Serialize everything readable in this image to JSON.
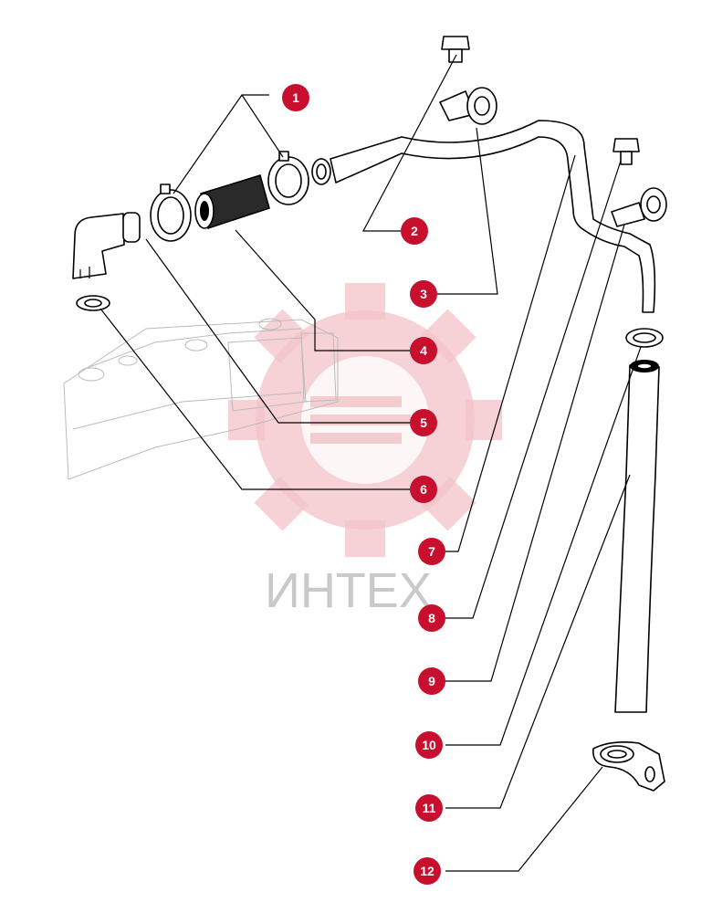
{
  "watermark": {
    "text": "ИНТЕХ",
    "color": "#e8838f"
  },
  "callout_color": "#c8102e",
  "callouts": [
    {
      "id": "1",
      "label": "1"
    },
    {
      "id": "2",
      "label": "2"
    },
    {
      "id": "3",
      "label": "3"
    },
    {
      "id": "4",
      "label": "4"
    },
    {
      "id": "5",
      "label": "5"
    },
    {
      "id": "6",
      "label": "6"
    },
    {
      "id": "7",
      "label": "7"
    },
    {
      "id": "8",
      "label": "8"
    },
    {
      "id": "9",
      "label": "9"
    },
    {
      "id": "10",
      "label": "10"
    },
    {
      "id": "11",
      "label": "11"
    },
    {
      "id": "12",
      "label": "12"
    }
  ]
}
